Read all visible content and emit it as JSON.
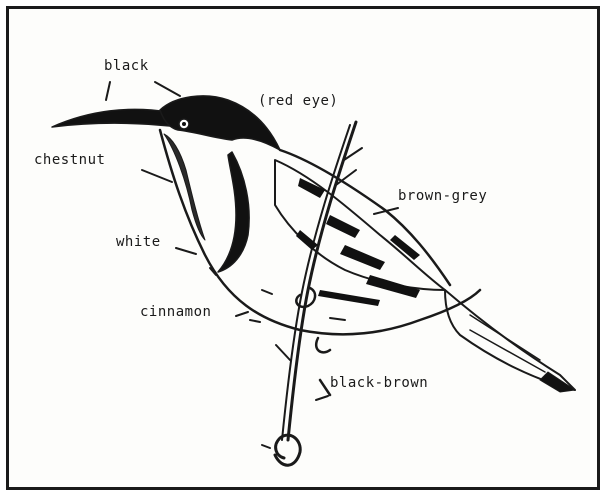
{
  "labels": {
    "black": "black",
    "red_eye": "(red eye)",
    "chestnut": "chestnut",
    "brown_grey": "brown-grey",
    "white": "white",
    "cinnamon": "cinnamon",
    "black_brown": "black-brown"
  }
}
